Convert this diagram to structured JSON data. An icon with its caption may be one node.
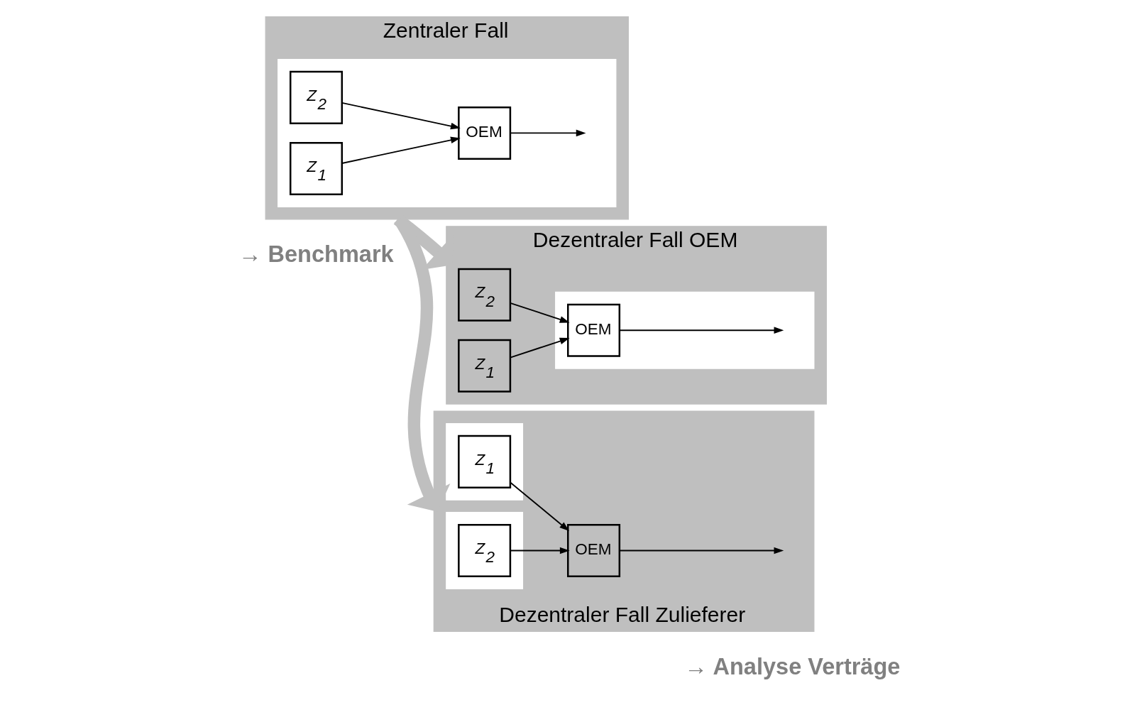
{
  "diagram": {
    "nodes": [
      {
        "text": [
          "Zentraler Fall"
        ]
      },
      {
        "text": [],
        "shape": "box",
        "in": 0
      },
      {
        "text": [
          "Z$_{1}$"
        ],
        "in": 1
      },
      {
        "text": [
          "Z$_{2}$"
        ],
        "in": 1
      },
      {
        "text": [
          "OEM"
        ],
        "in": 1
      },
      {
        "text": [
          "Dezentraler Fall OEM"
        ]
      },
      {
        "text": [
          "Z$_{1}$"
        ],
        "in": 5
      },
      {
        "text": [
          "Z$_{2}$"
        ],
        "in": 5
      },
      {
        "text": [],
        "shape": "box",
        "in": 5
      },
      {
        "text": [
          "OEM"
        ],
        "in": 8
      },
      {
        "text": [
          "Dezentraler Fall Zulieferer"
        ]
      },
      {
        "text": [],
        "shape": "box",
        "in": 10
      },
      {
        "text": [
          "Z$_{1}$"
        ],
        "in": 11
      },
      {
        "text": [],
        "shape": "box",
        "in": 10
      },
      {
        "text": [
          "Z$_{2}$"
        ],
        "in": 13
      },
      {
        "text": [
          "OEM"
        ],
        "in": 10
      }
    ],
    "edges": [
      {
        "from": 2,
        "to": 4,
        "arrow": "to"
      },
      {
        "from": 3,
        "to": 4,
        "arrow": "to"
      },
      {
        "from": 4,
        "to": null,
        "arrow": "to"
      },
      {
        "from": 0,
        "to": 5,
        "arrow": "to",
        "style": "thick",
        "color": "#bfbfbf"
      },
      {
        "from": 0,
        "to": 10,
        "arrow": "to",
        "style": "thick",
        "color": "#bfbfbf"
      },
      {
        "from": 6,
        "to": 9,
        "arrow": "to"
      },
      {
        "from": 7,
        "to": 9,
        "arrow": "to"
      },
      {
        "from": 9,
        "to": null,
        "arrow": "to"
      },
      {
        "from": 12,
        "to": 15,
        "arrow": "to"
      },
      {
        "from": 14,
        "to": 15,
        "arrow": "to"
      },
      {
        "from": 15,
        "to": null,
        "arrow": "to"
      }
    ],
    "labels": [
      "→ Analyse Verträge",
      "→ Benchmark"
    ]
  }
}
